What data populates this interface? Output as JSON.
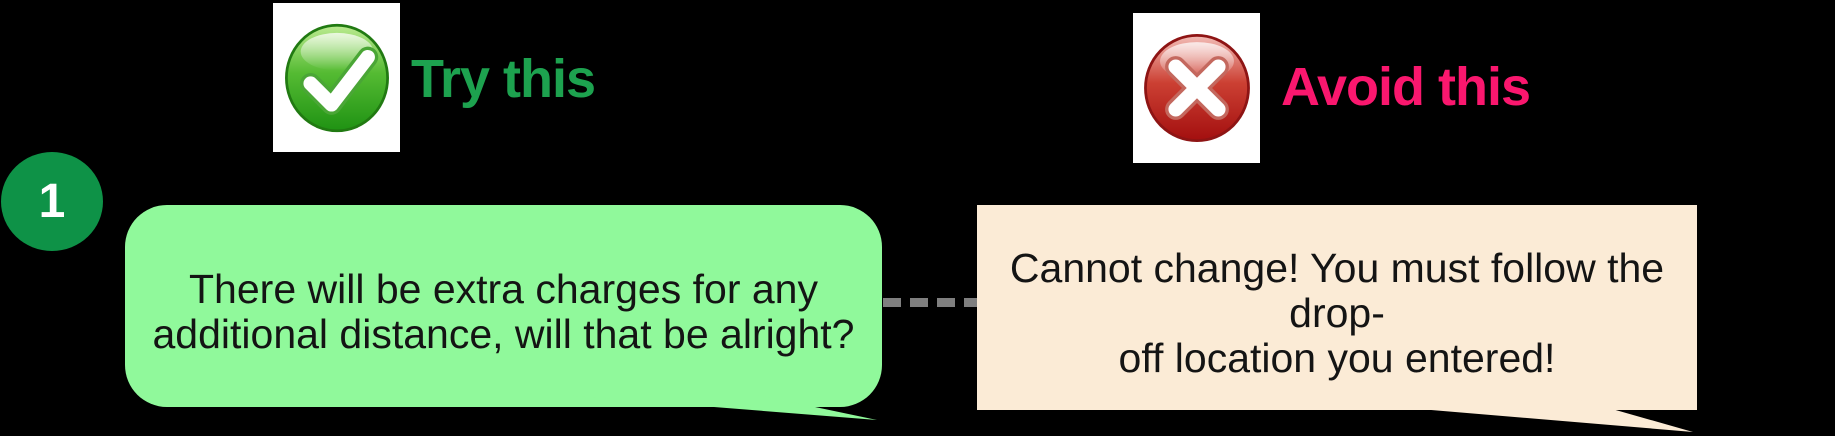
{
  "diagram": {
    "step": {
      "number": "1",
      "badge_color": "#0E9247"
    },
    "good": {
      "heading": "Try this",
      "heading_color": "#1DA24F",
      "icon": "green-check-mark",
      "bubble_color": "#90F99B",
      "bubble": {
        "line1": "There will be extra charges for any",
        "line2": "additional distance, will that be alright?"
      }
    },
    "bad": {
      "heading": "Avoid this",
      "heading_color": "#FA176E",
      "icon": "red-cross-mark",
      "bubble_color": "#FBEBD6",
      "bubble": {
        "line1": "Cannot change! You must follow the drop-",
        "line2": "off location you entered!"
      }
    },
    "connector": {
      "style": "dashed",
      "color": "#7F7F7F"
    }
  }
}
